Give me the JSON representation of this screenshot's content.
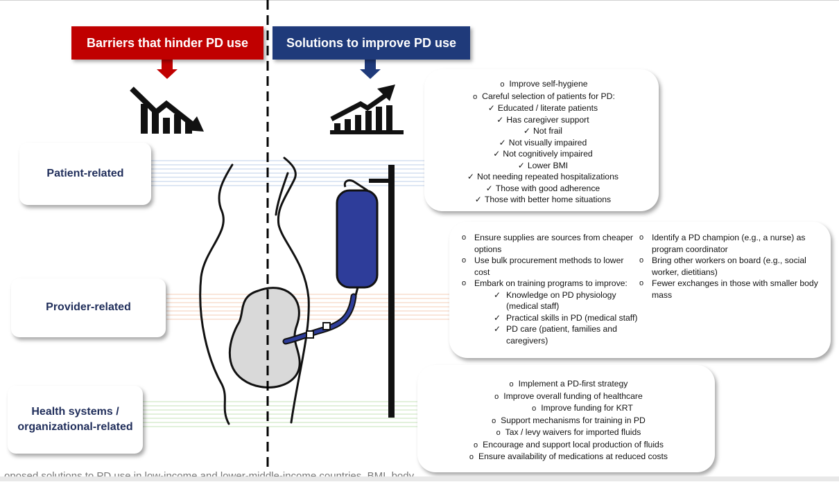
{
  "headers": {
    "barriers": "Barriers that hinder PD use",
    "solutions": "Solutions to improve PD use"
  },
  "categories": {
    "patient": "Patient-related",
    "provider": "Provider-related",
    "health_line1": "Health systems /",
    "health_line2": "organizational-related"
  },
  "patient_box": {
    "items": [
      "Improve self-hygiene",
      "Careful selection of patients for PD:"
    ],
    "checks": [
      "Educated / literate patients",
      "Has caregiver support",
      "Not frail",
      "Not visually impaired",
      "Not cognitively impaired",
      "Lower BMI",
      "Not needing repeated hospitalizations",
      "Those with good adherence",
      "Those with better home situations"
    ]
  },
  "provider_box": {
    "left": [
      "Ensure supplies are sources from cheaper options",
      "Use bulk procurement methods to lower cost",
      "Embark on training programs to improve:"
    ],
    "left_checks": [
      "Knowledge on PD physiology (medical staff)",
      "Practical skills in PD (medical staff)",
      "PD care (patient, families and caregivers)"
    ],
    "right": [
      "Identify a PD champion (e.g., a nurse) as program coordinator",
      "Bring other workers on board (e.g., social worker, dietitians)",
      "Fewer exchanges in those with smaller body mass"
    ]
  },
  "health_box": {
    "items": [
      "Implement a PD-first strategy",
      "Improve overall funding of healthcare",
      "Improve funding for KRT",
      "Support mechanisms for training in PD",
      "Tax / levy waivers for imported fluids",
      "Encourage and support local production of fluids",
      "Ensure availability of medications at reduced costs"
    ]
  },
  "bullets": {
    "circle": "o",
    "check": "✓"
  },
  "bottom_caption": "oposed solutions to PD use in low-income and lower-middle-income countries. BMI, body",
  "colors": {
    "barrier_red": "#c00000",
    "solution_blue": "#1f3a7a",
    "patient_band": "#aec4e6",
    "provider_band": "#f4c7ae",
    "health_band": "#bfe0b0",
    "bag_blue": "#2e3d9a",
    "kidney_gray": "#d9d9d9"
  },
  "icons": [
    "trend-down-icon",
    "trend-up-icon",
    "dialysis-bag-icon",
    "kidney-icon",
    "body-silhouette-icon"
  ]
}
